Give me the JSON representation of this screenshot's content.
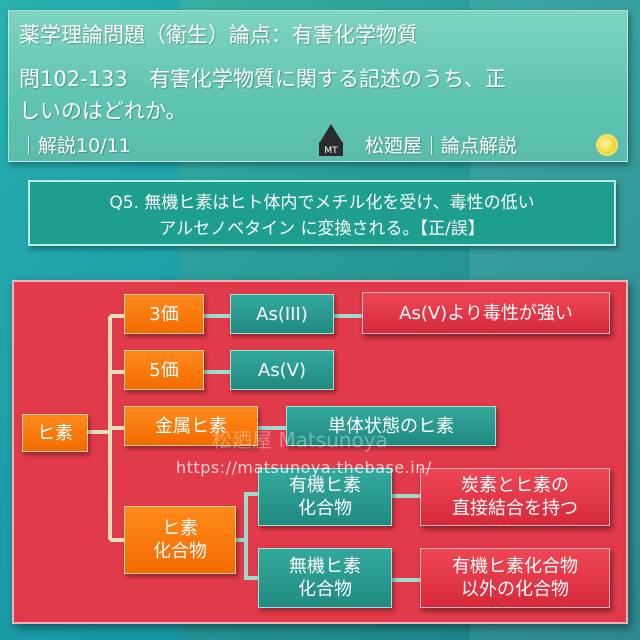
{
  "header": {
    "line1": "薬学理論問題（衛生）論点：有害化学物質",
    "line2_num": "問102-133",
    "line2_text": "有害化学物質に関する記述のうち、正",
    "line3": "しいのはどれか。",
    "explain": "｜解説10/11",
    "brand": "松廼屋｜論点解説",
    "logo_text": "MT"
  },
  "question": {
    "line1": "Q5. 無機ヒ素はヒト体内でメチル化を受け、毒性の低い",
    "line2": "アルセノベタイン に変換される。【正/誤】"
  },
  "diagram": {
    "root": "ヒ素",
    "n3": "3価",
    "n5": "5価",
    "metal": "金属ヒ素",
    "compound": "ヒ素\n化合物",
    "as3": "As(III)",
    "as5": "As(V)",
    "elemental": "単体状態のヒ素",
    "organic": "有機ヒ素\n化合物",
    "inorganic": "無機ヒ素\n化合物",
    "as3_note": "As(V)より毒性が強い",
    "organic_note": "炭素とヒ素の\n直接結合を持つ",
    "inorganic_note": "有機ヒ素化合物\n以外の化合物"
  },
  "watermark": {
    "name": "松廼屋 Matsunoya",
    "url": "https://matsunoya.thebase.in/"
  },
  "colors": {
    "panel": "#e13a4a",
    "orange": "#f36b00",
    "teal": "#208a80",
    "header": "#5ec4b1"
  }
}
